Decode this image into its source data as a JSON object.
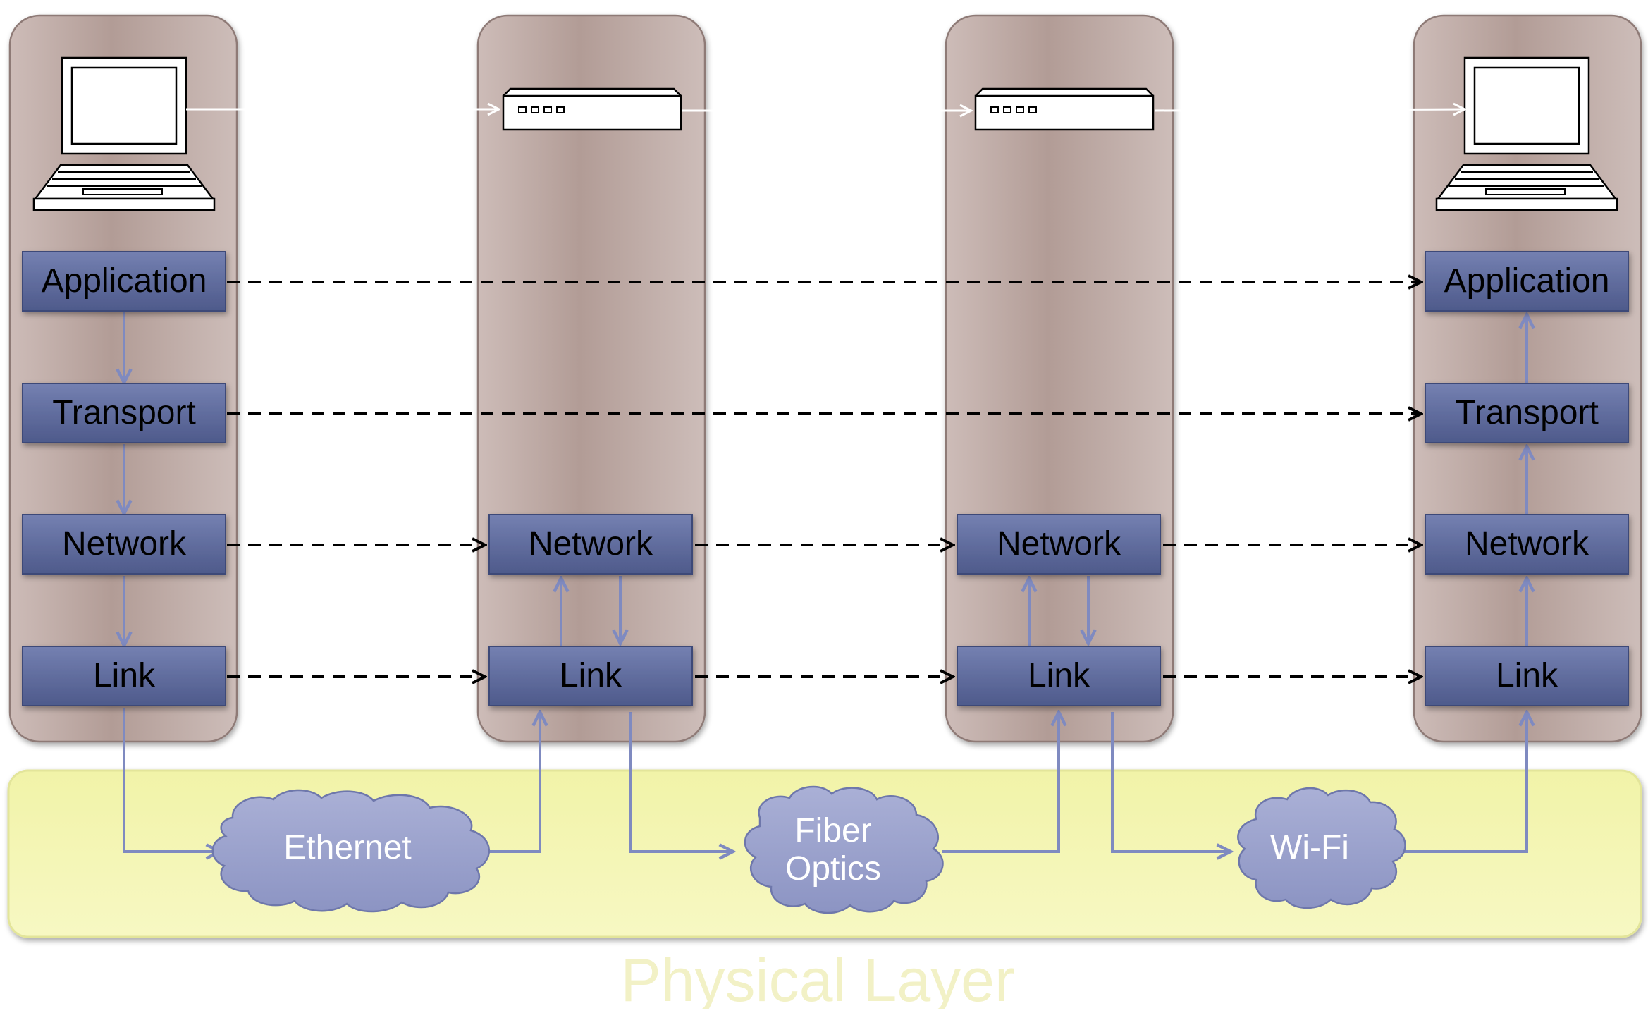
{
  "colors": {
    "column_fill": "#bfaaa4",
    "column_stroke": "#8e7a76",
    "layer_fill": "#5d6a9b",
    "layer_text": "#000000",
    "connector": "#7f8ac0",
    "dashed": "#000000",
    "physical_fill": "#f6f7b4",
    "physical_text": "#f2f1c6",
    "cloud_fill": "#9da4cd",
    "cloud_text": "#ffffff"
  },
  "icons": [
    "laptop-icon",
    "router-icon"
  ],
  "hosts": {
    "left": {
      "device": "laptop-icon",
      "layers": {
        "application": "Application",
        "transport": "Transport",
        "network": "Network",
        "link": "Link"
      }
    },
    "router1": {
      "device": "router-icon",
      "layers": {
        "network": "Network",
        "link": "Link"
      }
    },
    "router2": {
      "device": "router-icon",
      "layers": {
        "network": "Network",
        "link": "Link"
      }
    },
    "right": {
      "device": "laptop-icon",
      "layers": {
        "application": "Application",
        "transport": "Transport",
        "network": "Network",
        "link": "Link"
      }
    }
  },
  "physical": {
    "label": "Physical Layer",
    "media": {
      "ethernet": "Ethernet",
      "fiber_line1": "Fiber",
      "fiber_line2": "Optics",
      "wifi": "Wi-Fi"
    }
  }
}
